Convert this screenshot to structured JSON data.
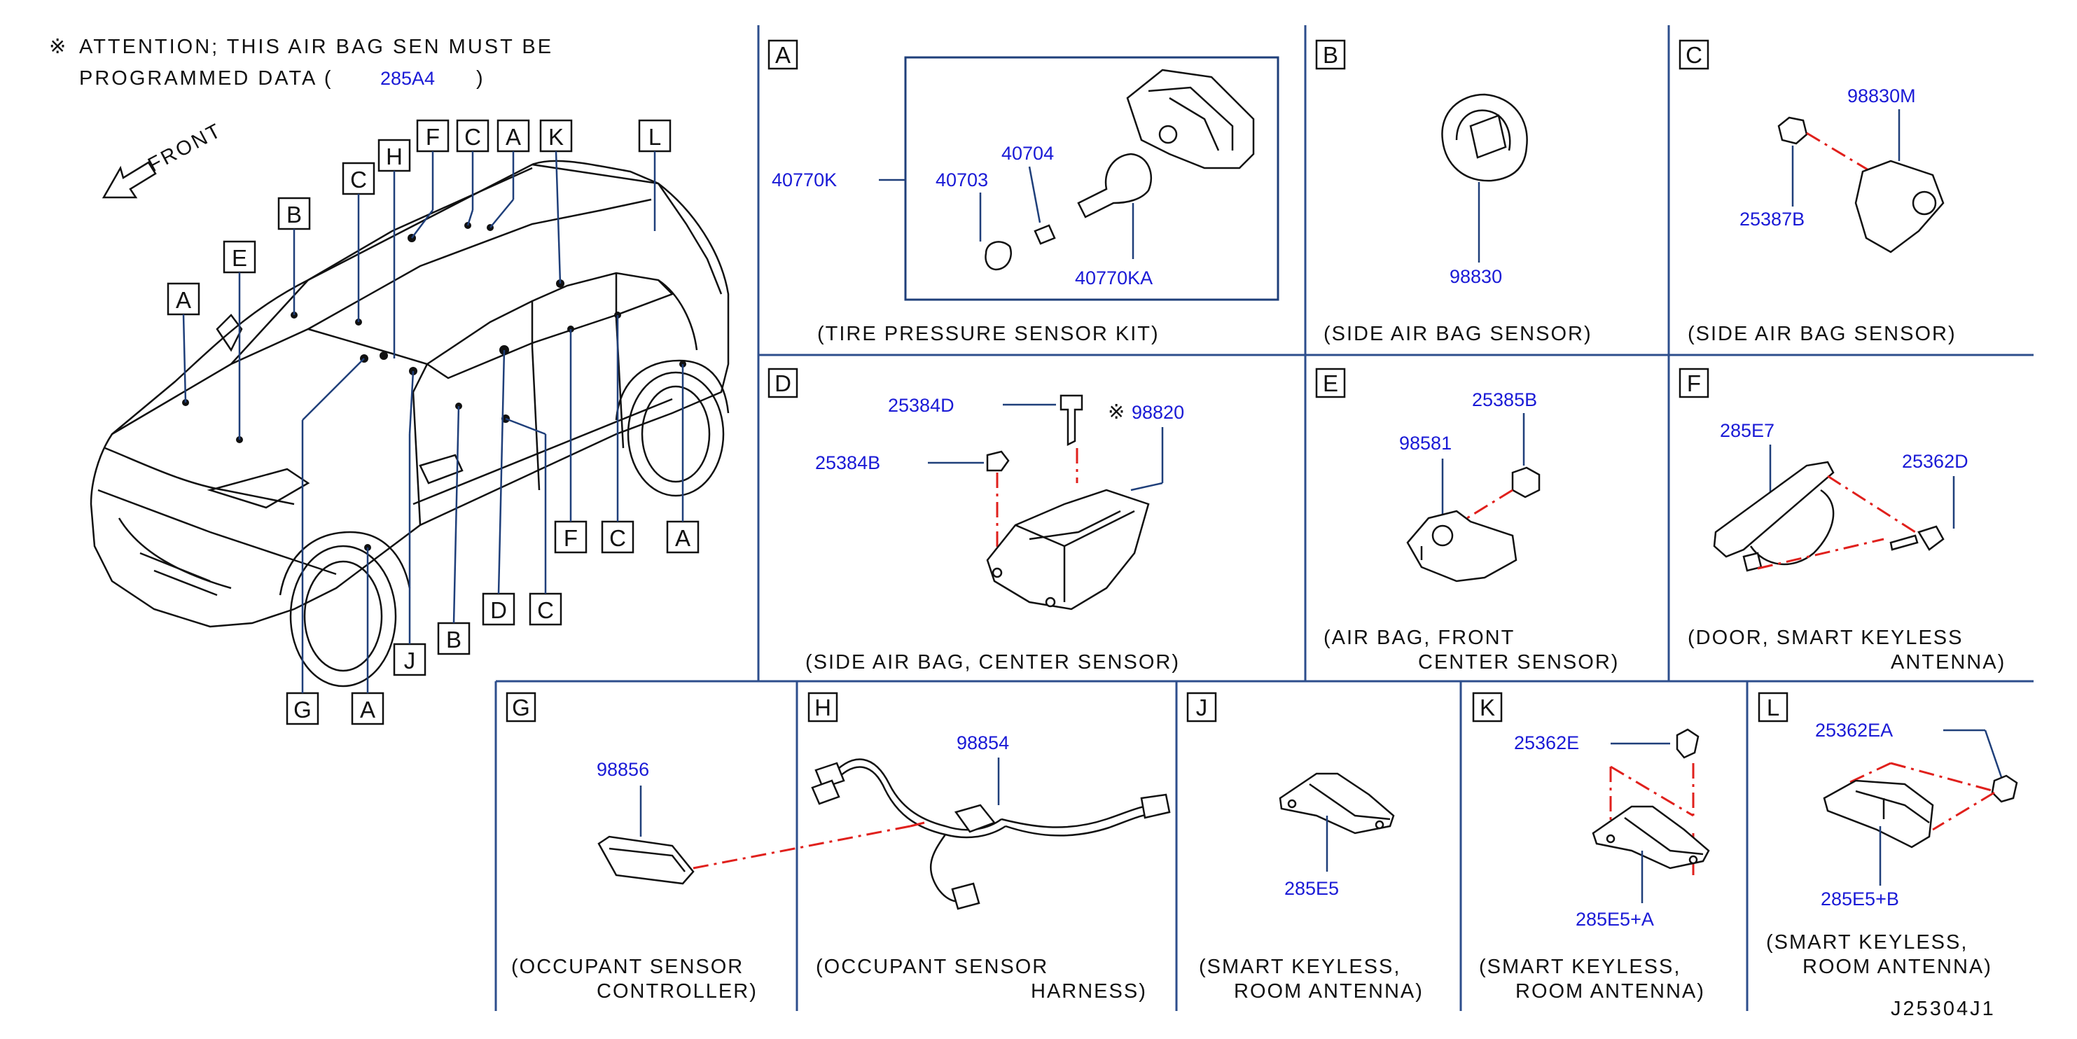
{
  "notice": {
    "mark": "※",
    "line1": "ATTENTION; THIS AIR BAG SEN MUST BE",
    "line2_prefix": "PROGRAMMED DATA (",
    "line2_part": "285A4",
    "line2_suffix": ")"
  },
  "front_label": "FRONT",
  "vehicle_callouts": [
    "A",
    "B",
    "C",
    "D",
    "E",
    "F",
    "G",
    "H",
    "J",
    "K",
    "L"
  ],
  "panels": {
    "A": {
      "letter": "A",
      "caption": "(TIRE PRESSURE SENSOR KIT)",
      "parts": [
        "40770K",
        "40703",
        "40704",
        "40770KA"
      ]
    },
    "B": {
      "letter": "B",
      "caption": "(SIDE AIR BAG SENSOR)",
      "parts": [
        "98830"
      ]
    },
    "C": {
      "letter": "C",
      "caption": "(SIDE AIR BAG SENSOR)",
      "parts": [
        "98830M",
        "25387B"
      ]
    },
    "D": {
      "letter": "D",
      "caption": "(SIDE AIR BAG, CENTER SENSOR)",
      "parts": [
        "25384D",
        "98820",
        "25384B"
      ],
      "mark": "※"
    },
    "E": {
      "letter": "E",
      "caption1": "(AIR BAG, FRONT",
      "caption2": "CENTER SENSOR)",
      "parts": [
        "25385B",
        "98581"
      ]
    },
    "F": {
      "letter": "F",
      "caption1": "(DOOR, SMART KEYLESS",
      "caption2": "ANTENNA)",
      "parts": [
        "285E7",
        "25362D"
      ]
    },
    "G": {
      "letter": "G",
      "caption1": "(OCCUPANT SENSOR",
      "caption2": "CONTROLLER)",
      "parts": [
        "98856"
      ]
    },
    "H": {
      "letter": "H",
      "caption1": "(OCCUPANT SENSOR",
      "caption2": "HARNESS)",
      "parts": [
        "98854"
      ]
    },
    "J": {
      "letter": "J",
      "caption1": "(SMART KEYLESS,",
      "caption2": "ROOM ANTENNA)",
      "parts": [
        "285E5"
      ]
    },
    "K": {
      "letter": "K",
      "caption1": "(SMART KEYLESS,",
      "caption2": "ROOM ANTENNA)",
      "parts": [
        "25362E",
        "285E5+A"
      ]
    },
    "L": {
      "letter": "L",
      "caption1": "(SMART KEYLESS,",
      "caption2": "ROOM ANTENNA)",
      "parts": [
        "25362EA",
        "285E5+B"
      ]
    }
  },
  "drawing_id": "J25304J1",
  "colors": {
    "part_number": "#1a1ad6",
    "leader": "#1f3f7a",
    "dash_line": "#e0201c",
    "grid": "#2d4e8c",
    "ink": "#111111"
  }
}
